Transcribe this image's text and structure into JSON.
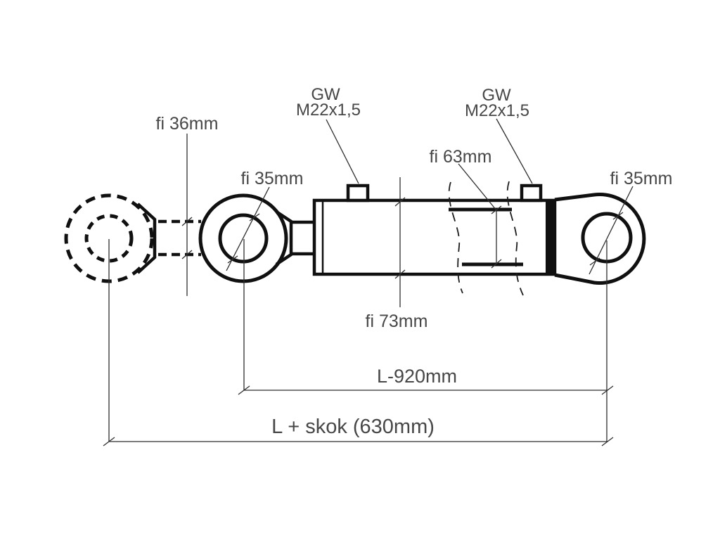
{
  "colors": {
    "background": "#ffffff",
    "thick_line": "#101010",
    "thin_line": "#2e2e2e",
    "text": "#474747"
  },
  "labels": {
    "rod_diameter": "fi 36mm",
    "rod_eye_bore": "fi 35mm",
    "port_left_line1": "GW",
    "port_left_line2": "M22x1,5",
    "port_right_line1": "GW",
    "port_right_line2": "M22x1,5",
    "piston_bore": "fi 63mm",
    "barrel_diameter": "fi 73mm",
    "base_eye_bore": "fi 35mm",
    "closed_length": "L-920mm",
    "extended_length": "L + skok (630mm)"
  }
}
